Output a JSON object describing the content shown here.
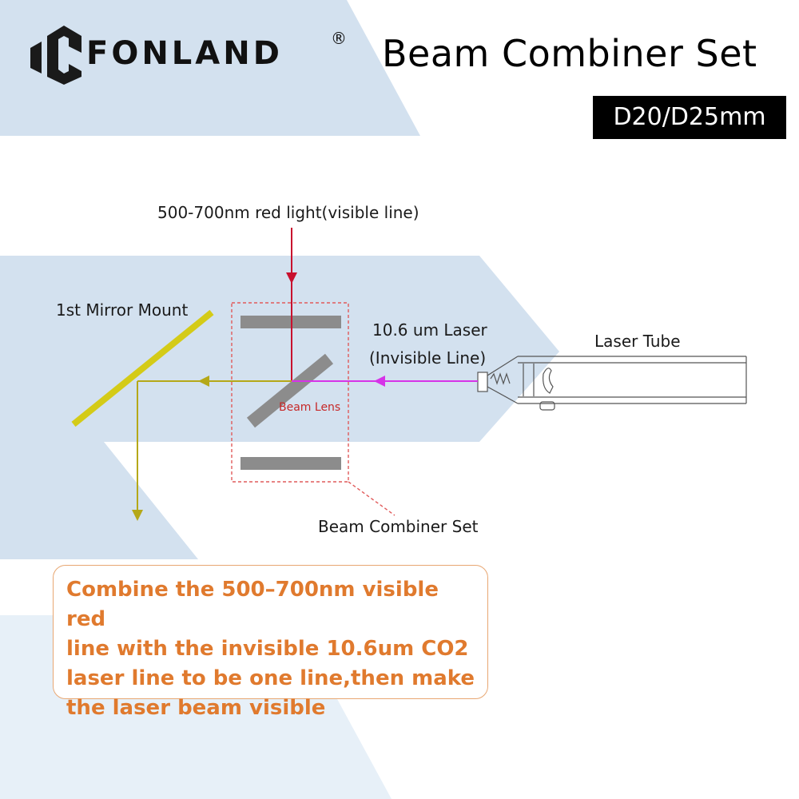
{
  "header": {
    "brand": "FONLAND",
    "registered_mark": "®",
    "title": "Beam Combiner Set",
    "size_badge": "D20/D25mm"
  },
  "diagram": {
    "red_light_label": "500-700nm red light(visible line)",
    "mirror_label": "1st Mirror Mount",
    "laser_label": "10.6 um Laser",
    "invisible_label": "(Invisible Line)",
    "tube_label": "Laser Tube",
    "lens_label": "Beam Lens",
    "combiner_label": "Beam Combiner Set"
  },
  "note": {
    "text": "Combine the 500–700nm visible red\nline with the invisible 10.6um CO2\nlaser line to be one line,then make\nthe laser beam visible"
  },
  "colors": {
    "red_beam": "#c8102e",
    "co2_beam": "#d633e8",
    "combined_beam": "#b5a818",
    "mirror": "#d4cb17",
    "lens": "#8c8c8c",
    "background_band": "#d3e1ef",
    "note_text": "#e07a2e"
  }
}
